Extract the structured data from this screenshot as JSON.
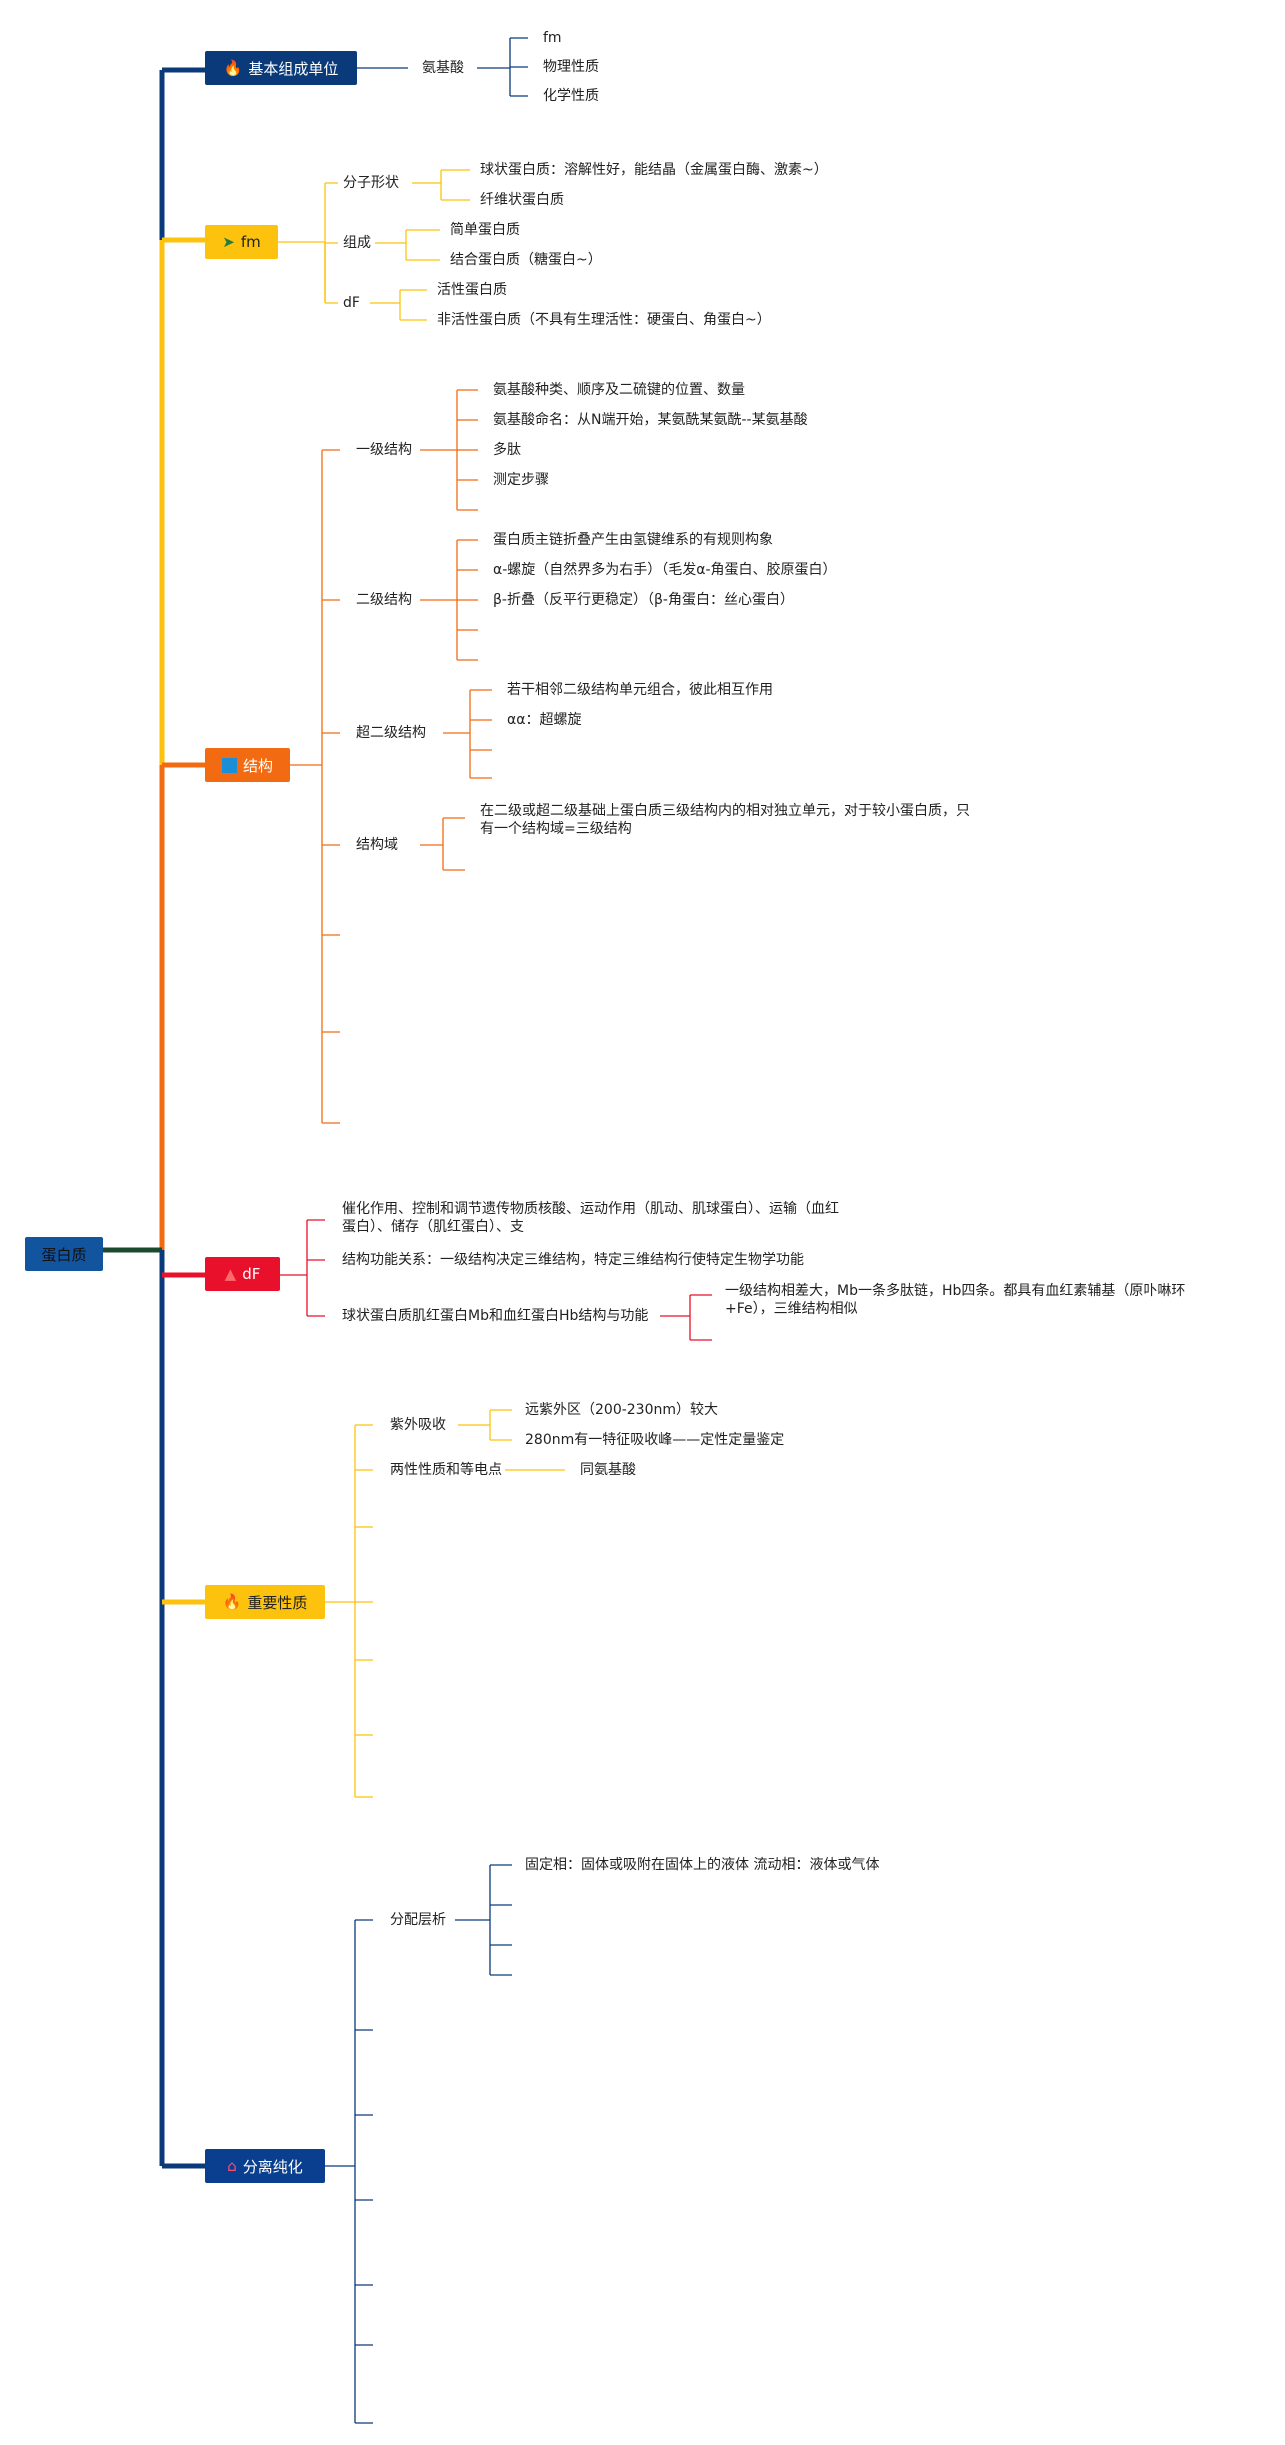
{
  "root": {
    "label": "蛋白质"
  },
  "branches": {
    "b1": {
      "label": "基本组成单位",
      "icon": "fire-icon",
      "child": "氨基酸",
      "leaves": [
        "fm",
        "物理性质",
        "化学性质"
      ]
    },
    "b2": {
      "label": "fm",
      "icon": "paper-plane-icon",
      "shape": {
        "label": "分子形状",
        "items": [
          "球状蛋白质：溶解性好，能结晶（金属蛋白酶、激素~）",
          "纤维状蛋白质"
        ]
      },
      "comp": {
        "label": "组成",
        "items": [
          "简单蛋白质",
          "结合蛋白质（糖蛋白~）"
        ]
      },
      "df": {
        "label": "dF",
        "items": [
          "活性蛋白质",
          "非活性蛋白质（不具有生理活性：硬蛋白、角蛋白~）"
        ]
      }
    },
    "b3": {
      "label": "结构",
      "icon": "square-icon",
      "primary": {
        "label": "一级结构",
        "items": [
          "氨基酸种类、顺序及二硫键的位置、数量",
          "氨基酸命名：从N端开始，某氨酰某氨酰--某氨基酸",
          "多肽",
          "测定步骤"
        ]
      },
      "secondary": {
        "label": "二级结构",
        "items": [
          "蛋白质主链折叠产生由氢键维系的有规则构象",
          "α-螺旋（自然界多为右手）（毛发α-角蛋白、胶原蛋白）",
          "β-折叠（反平行更稳定）（β-角蛋白：丝心蛋白）"
        ]
      },
      "super": {
        "label": "超二级结构",
        "items": [
          "若干相邻二级结构单元组合，彼此相互作用",
          "αα：超螺旋"
        ]
      },
      "domain": {
        "label": "结构域",
        "text": "在二级或超二级基础上蛋白质三级结构内的相对独立单元，对于较小蛋白质，只有一个结构域=三级结构"
      }
    },
    "b4": {
      "label": "dF",
      "icon": "triangle-icon",
      "f1": "催化作用、控制和调节遗传物质核酸、运动作用（肌动、肌球蛋白）、运输（血红蛋白）、储存（肌红蛋白）、支",
      "f2": "结构功能关系：一级结构决定三维结构，特定三维结构行使特定生物学功能",
      "f3": {
        "label": "球状蛋白质肌红蛋白Mb和血红蛋白Hb结构与功能",
        "text": "一级结构相差大，Mb一条多肽链，Hb四条。都具有血红素辅基（原卟啉环+Fe），三维结构相似"
      }
    },
    "b5": {
      "label": "重要性质",
      "icon": "fire-icon",
      "uv": {
        "label": "紫外吸收",
        "items": [
          "远紫外区（200-230nm）较大",
          "280nm有一特征吸收峰——定性定量鉴定"
        ]
      },
      "amph": {
        "label": "两性性质和等电点",
        "child": "同氨基酸"
      }
    },
    "b6": {
      "label": "分离纯化",
      "icon": "home-icon",
      "part": {
        "label": "分配层析",
        "items": [
          "固定相：固体或吸附在固体上的液体 流动相：液体或气体"
        ]
      }
    }
  },
  "colors": {
    "navy": "#0b3a7a",
    "yellow": "#fcc20e",
    "orange": "#f26b12",
    "red": "#e8102a",
    "darkgreen": "#1b4a2e",
    "blue": "#13549f"
  }
}
